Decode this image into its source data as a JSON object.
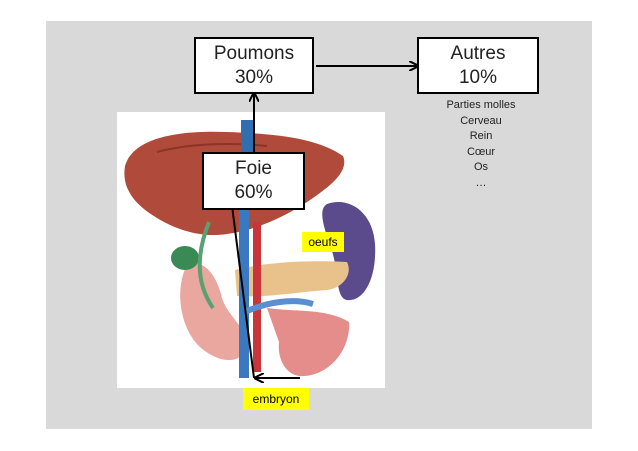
{
  "boxes": {
    "poumons": {
      "label": "Poumons",
      "value": "30%"
    },
    "autres": {
      "label": "Autres",
      "value": "10%"
    },
    "foie": {
      "label": "Foie",
      "value": "60%"
    }
  },
  "tags": {
    "oeufs": "oeufs",
    "embryon": "embryon"
  },
  "other_sites": [
    "Parties molles",
    "Cerveau",
    "Rein",
    "Cœur",
    "Os",
    "…"
  ],
  "colors": {
    "slide_bg": "#d9d9d9",
    "tag_bg": "#ffff00",
    "border": "#000000"
  }
}
